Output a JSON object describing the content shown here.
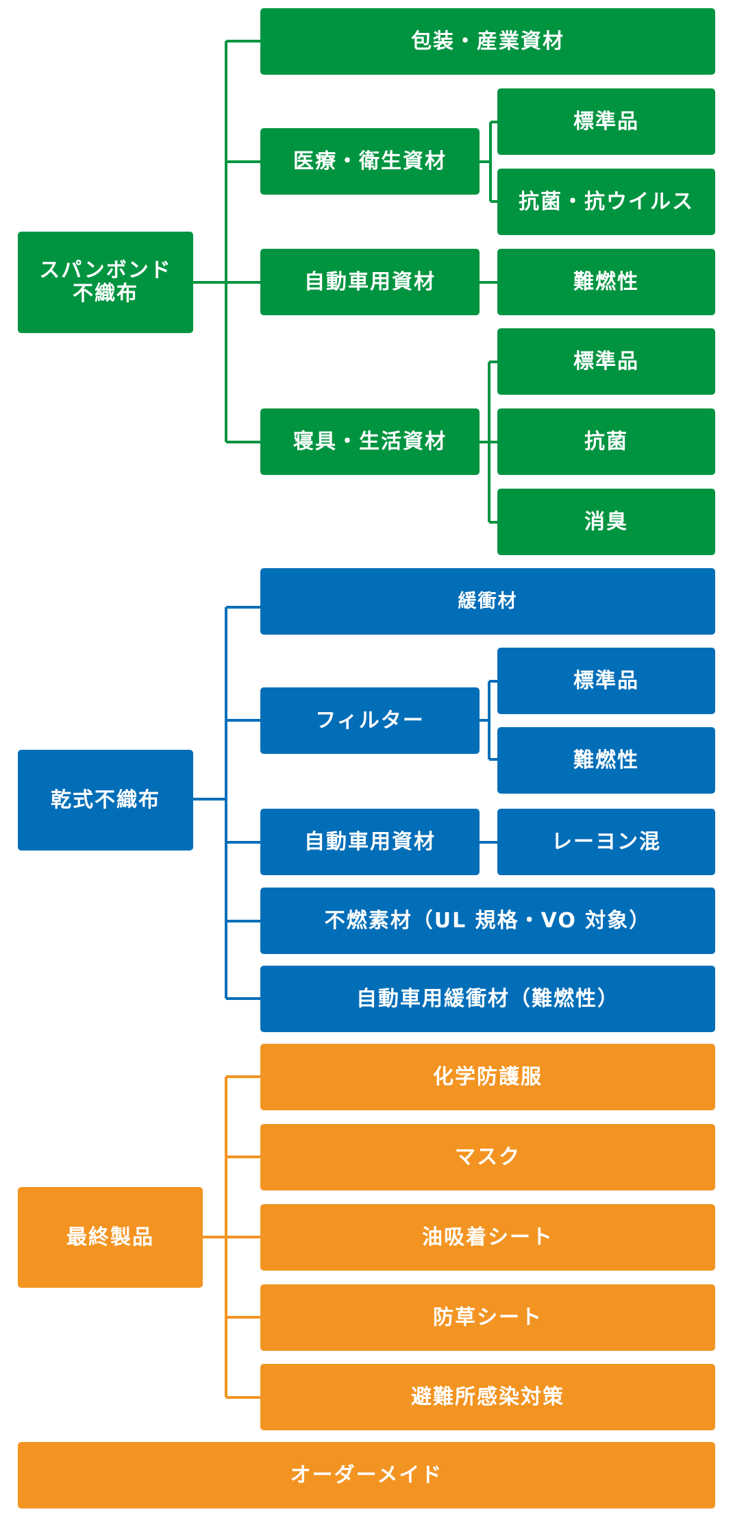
{
  "colors": {
    "spunbond": "#009440",
    "drylaid": "#036eb8",
    "final": "#f39422"
  },
  "spunbond": {
    "root": "スパンボンド\n不織布",
    "packaging": "包装・産業資材",
    "medical": "医療・衛生資材",
    "medical_standard": "標準品",
    "medical_antiviral": "抗菌・抗ウイルス",
    "automotive": "自動車用資材",
    "automotive_flame": "難燃性",
    "bedding": "寝具・生活資材",
    "bedding_standard": "標準品",
    "bedding_antibacterial": "抗菌",
    "bedding_deodorant": "消臭"
  },
  "drylaid": {
    "root": "乾式不織布",
    "cushion": "緩衝材",
    "filter": "フィルター",
    "filter_standard": "標準品",
    "filter_flame": "難燃性",
    "automotive": "自動車用資材",
    "automotive_rayon": "レーヨン混",
    "nonflammable": "不燃素材（UL 規格・VO 対象）",
    "auto_cushion": "自動車用緩衝材（難燃性）"
  },
  "final": {
    "root": "最終製品",
    "chemical_suit": "化学防護服",
    "mask": "マスク",
    "oil_sheet": "油吸着シート",
    "weed_sheet": "防草シート",
    "shelter": "避難所感染対策",
    "custom": "オーダーメイド"
  }
}
